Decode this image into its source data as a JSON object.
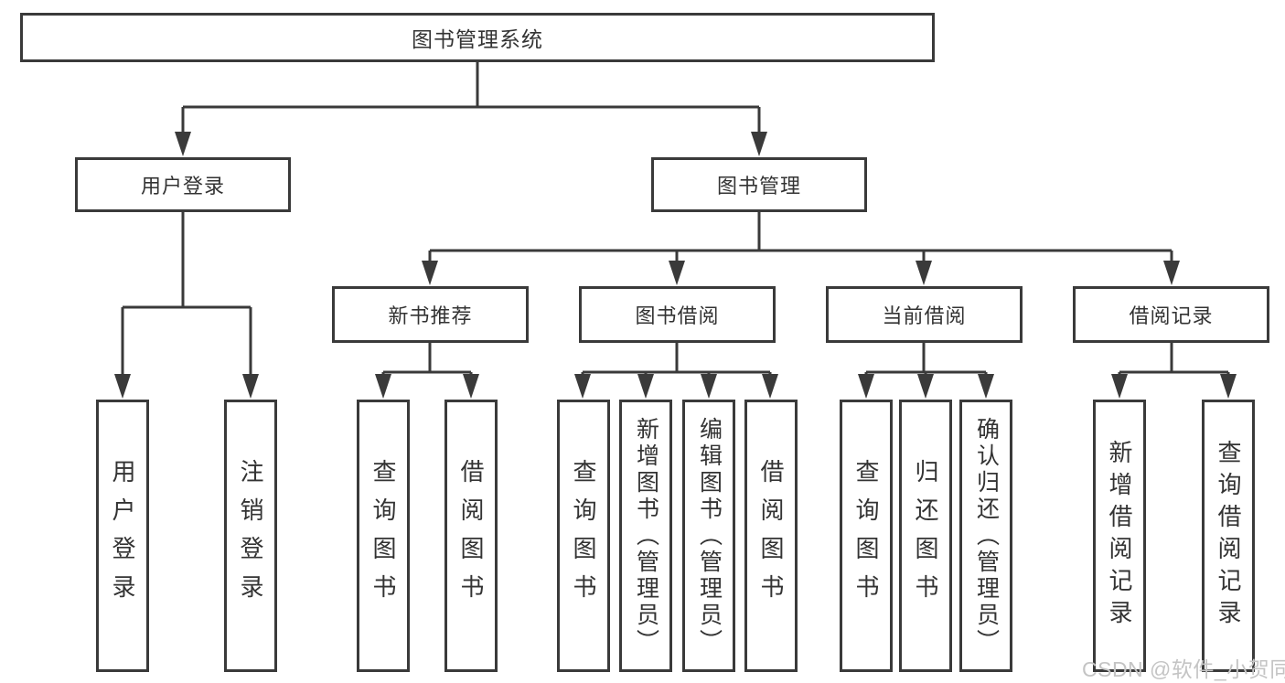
{
  "diagram": {
    "root_label": "图书管理系统",
    "level2": [
      {
        "label": "用户登录"
      },
      {
        "label": "图书管理"
      }
    ],
    "level3": [
      {
        "label": "新书推荐"
      },
      {
        "label": "图书借阅"
      },
      {
        "label": "当前借阅"
      },
      {
        "label": "借阅记录"
      }
    ],
    "leaves": {
      "user_login": [
        {
          "label": "用户登录"
        },
        {
          "label": "注销登录"
        }
      ],
      "new_book": [
        {
          "label": "查询图书"
        },
        {
          "label": "借阅图书"
        }
      ],
      "borrow": [
        {
          "label": "查询图书"
        },
        {
          "label": "新增图书（管理员）"
        },
        {
          "label": "编辑图书（管理员）"
        },
        {
          "label": "借阅图书"
        }
      ],
      "current": [
        {
          "label": "查询图书"
        },
        {
          "label": "归还图书"
        },
        {
          "label": "确认归还（管理员）"
        }
      ],
      "records": [
        {
          "label": "新增借阅记录"
        },
        {
          "label": "查询借阅记录"
        }
      ]
    }
  },
  "watermark": {
    "text": "CSDN @软件_小贺同学"
  },
  "colors": {
    "line": "#3a3a3a",
    "text": "#333333",
    "wm": "#c4c4c4",
    "bg": "#ffffff"
  }
}
